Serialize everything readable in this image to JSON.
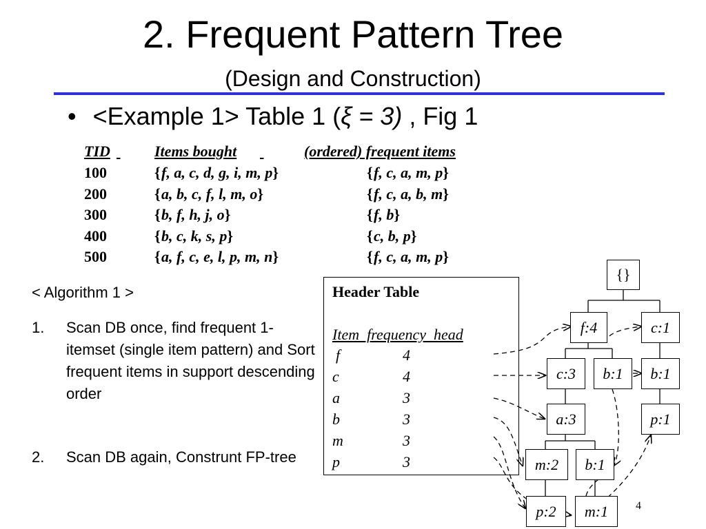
{
  "slide": {
    "title": "2. Frequent Pattern Tree",
    "subtitle": "(Design and Construction)",
    "bullet_marker": "•",
    "bullet_pre": "<Example 1> Table 1 (",
    "bullet_xi": "ξ = 3)",
    "bullet_post": " , Fig 1",
    "page_number": "4"
  },
  "table": {
    "headers": [
      "TID",
      "Items bought",
      "(ordered) frequent items"
    ],
    "rows": [
      [
        "100",
        "{",
        "f, a, c, d, g, i, m, p",
        "}",
        "{",
        "f, c, a, m, p",
        "}"
      ],
      [
        "200",
        "{",
        "a, b, c, f, l, m, o",
        "}",
        "{",
        "f, c, a, b, m",
        "}"
      ],
      [
        "300",
        "{",
        "b, f, h, j, o",
        "}",
        "{",
        "f, b",
        "}"
      ],
      [
        "400",
        "{",
        "b, c, k, s, p",
        "}",
        "{",
        "c, b, p",
        "}"
      ],
      [
        "500",
        "{",
        "a, f, c, e, l, p, m, n",
        "}",
        "{",
        "f, c, a, m, p",
        "}"
      ]
    ]
  },
  "algorithm": {
    "title": "< Algorithm 1 >",
    "steps": [
      {
        "num": "1.",
        "text": "Scan DB once, find frequent 1-itemset (single item pattern) and Sort frequent items in support descending order"
      },
      {
        "num": "2.",
        "text": "Scan DB again, Construnt FP-tree"
      }
    ]
  },
  "header_table": {
    "title": "Header Table",
    "columns": "Item  frequency  head",
    "items": [
      {
        "item": "f",
        "freq": "4"
      },
      {
        "item": "c",
        "freq": "4"
      },
      {
        "item": "a",
        "freq": "3"
      },
      {
        "item": "b",
        "freq": "3"
      },
      {
        "item": "m",
        "freq": "3"
      },
      {
        "item": "p",
        "freq": "3"
      }
    ]
  },
  "tree": {
    "root": "{}",
    "nodes": [
      "f:4",
      "c:1",
      "c:3",
      "b:1",
      "b:1",
      "a:3",
      "p:1",
      "m:2",
      "b:1",
      "p:2",
      "m:1"
    ]
  }
}
